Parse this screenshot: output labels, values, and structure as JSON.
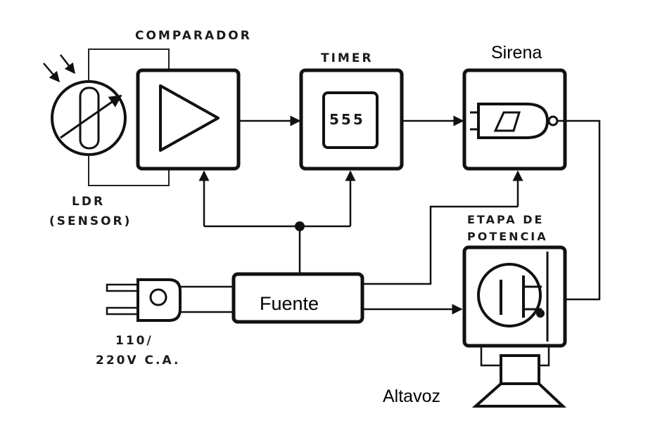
{
  "labels": {
    "comparador": "COMPARADOR",
    "timer": "TIMER",
    "timer_chip": "555",
    "sirena": "Sirena",
    "ldr_line1": "LDR",
    "ldr_line2": "(SENSOR)",
    "etapa_line1": "ETAPA DE",
    "etapa_line2": "POTENCIA",
    "fuente": "Fuente",
    "voltage_line1": "110/",
    "voltage_line2": "220V C.A.",
    "altavoz": "Altavoz"
  }
}
